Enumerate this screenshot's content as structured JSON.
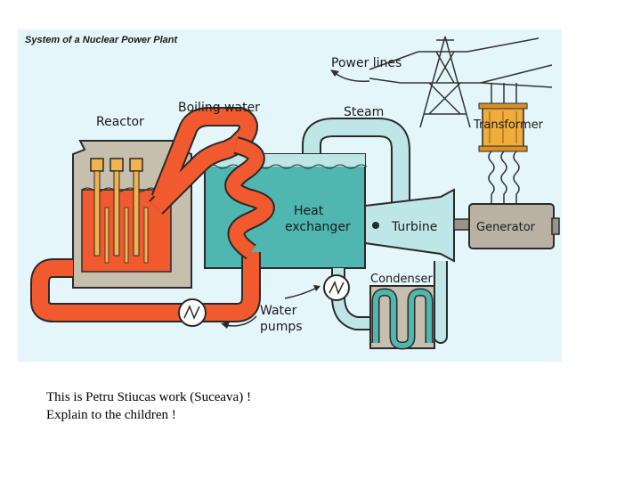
{
  "figure": {
    "title": "System of a Nuclear Power Plant",
    "labels": {
      "reactor": "Reactor",
      "boiling_water": "Boiling water",
      "steam": "Steam",
      "power_lines": "Power lines",
      "transformer": "Transformer",
      "heat_exchanger_line1": "Heat",
      "heat_exchanger_line2": "exchanger",
      "turbine": "Turbine",
      "generator": "Generator",
      "condenser": "Condenser",
      "water_pumps_line1": "Water",
      "water_pumps_line2": "pumps"
    },
    "colors": {
      "background": "#e5f6fb",
      "reactor_water": "#f05a2e",
      "steam_pipe": "#bfe6e6",
      "exchanger_water": "#4fb6b0",
      "housing": "#c7bfae",
      "fuel_rod": "#f2b24d",
      "transformer": "#f0ad3c",
      "generator": "#b9b1a3",
      "outline": "#2a2a2a"
    }
  },
  "caption": {
    "line1": "This is Petru Stiucas work (Suceava) !",
    "line2": "Explain to the children !"
  }
}
